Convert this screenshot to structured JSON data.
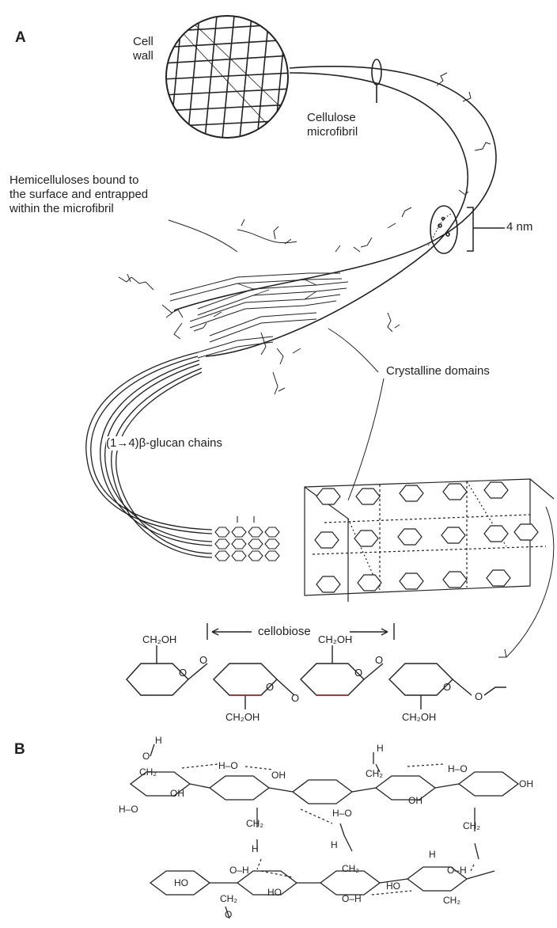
{
  "panels": {
    "a": "A",
    "b": "B"
  },
  "labels": {
    "cell_wall": "Cell\nwall",
    "cellulose_microfibril": "Cellulose\nmicrofibril",
    "hemicelluloses": "Hemicelluloses bound to\nthe surface and entrapped\nwithin the microfibril",
    "four_nm": "4 nm",
    "crystalline_domains": "Crystalline domains",
    "glucan_chains": "(1→4)β-glucan chains",
    "cellobiose": "cellobiose"
  },
  "chem_a": {
    "ch2oh_1": "CH₂OH",
    "ch2oh_2": "CH₂OH",
    "ch2oh_3": "CH₂OH",
    "ch2oh_4": "CH₂OH",
    "o_1": "O",
    "o_2": "O",
    "o_3": "O",
    "o_4": "O",
    "o_5": "O",
    "o_6": "O",
    "o_7": "O",
    "o_8": "O"
  },
  "chem_b": {
    "h": "H",
    "o": "O",
    "oh": "OH",
    "ho": "HO",
    "ch2": "CH₂",
    "h_o": "H–O",
    "o_h": "O–H"
  },
  "colors": {
    "ink": "#222222",
    "link": "#8b2a2a"
  }
}
